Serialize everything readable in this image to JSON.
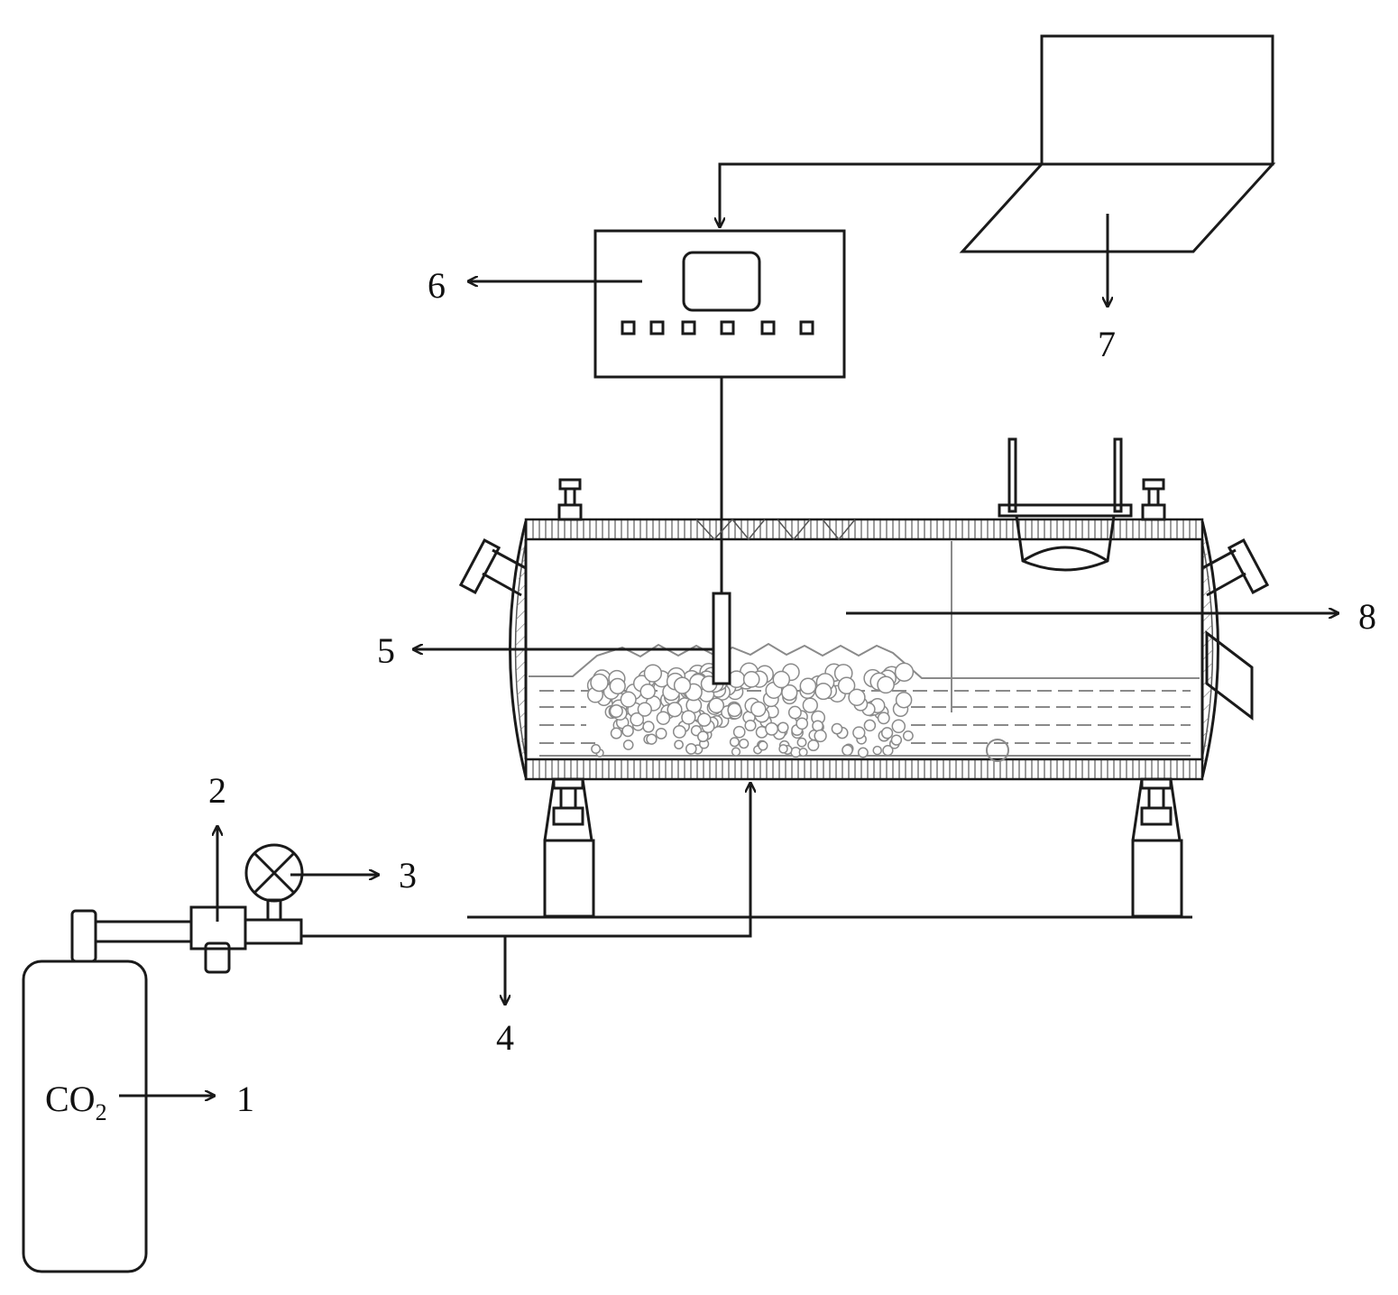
{
  "gas_label": {
    "main": "CO",
    "sub": "2"
  },
  "callouts": [
    {
      "id": "1",
      "text": "1"
    },
    {
      "id": "2",
      "text": "2"
    },
    {
      "id": "3",
      "text": "3"
    },
    {
      "id": "4",
      "text": "4"
    },
    {
      "id": "5",
      "text": "5"
    },
    {
      "id": "6",
      "text": "6"
    },
    {
      "id": "7",
      "text": "7"
    },
    {
      "id": "8",
      "text": "8"
    }
  ],
  "colors": {
    "line": "#1a1a1a",
    "detail": "#8a8a8a",
    "background": "#ffffff"
  }
}
